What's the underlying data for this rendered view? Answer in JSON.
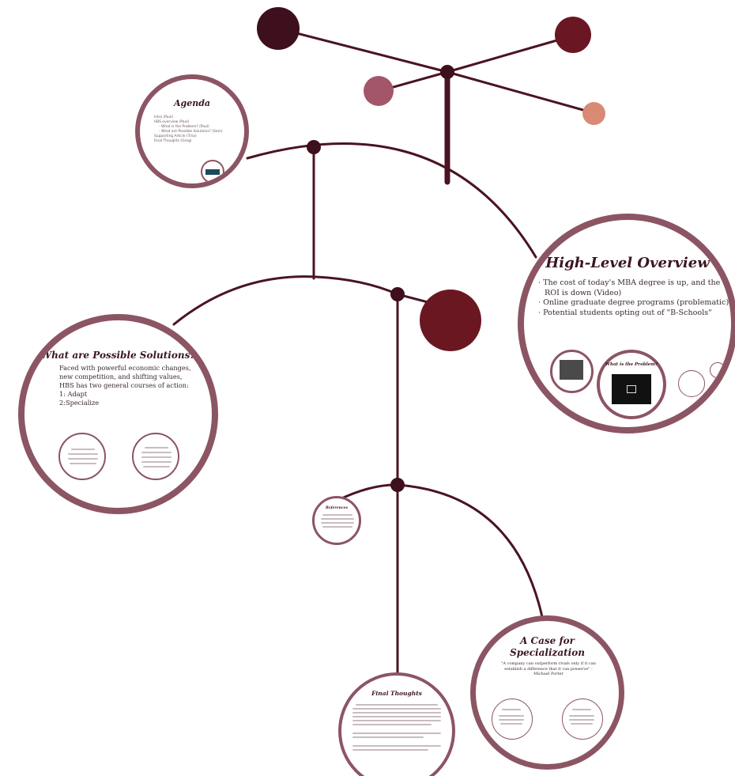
{
  "agenda": {
    "title": "Agenda",
    "items": [
      "Intro (Paul)",
      "HBS overview (Paul)",
      "- What is the Problem? (Paul)",
      "- What are Possible Solutions? (Sam)",
      "Supporting Article (Tina)",
      "Final Thoughts (Greg)"
    ]
  },
  "overview": {
    "title": "High-Level Overview",
    "bullets": [
      "The cost of today's MBA degree is up, and the ROI is down (Video)",
      "Online graduate degree programs (problematic)",
      "Potential students opting out of \"B-Schools\""
    ],
    "sub_title": "What is the Problem?"
  },
  "solutions": {
    "title": "What are Possible Solutions?",
    "body": "Faced with powerful economic changes, new competition, and shifting values, HBS has two general courses of action:",
    "options": [
      "1: Adapt",
      "2:Specialize"
    ]
  },
  "references": {
    "title": "References"
  },
  "specialization": {
    "title_line1": "A Case for",
    "title_line2": "Specialization",
    "quote": "\"A company can outperform rivals only if it can establish a difference that it can preserve\" - Michael Porter"
  },
  "final": {
    "title": "Final Thoughts"
  },
  "colors": {
    "wire": "#4a1422",
    "frame_border": "#8c5563",
    "dot_dark": "#3e0f1c",
    "dot_maroon": "#6a1623",
    "dot_mauve": "#a3566a",
    "dot_salmon": "#d88a74",
    "big_dot": "#6b1722"
  }
}
